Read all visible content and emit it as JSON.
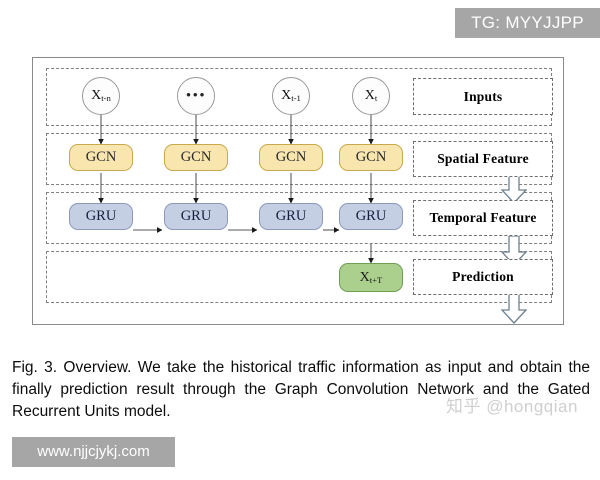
{
  "overlays": {
    "tg_badge": "TG: MYYJJPP",
    "url_banner": "www.njjcjykj.com",
    "zhihu_watermark": "知乎 @hongqian"
  },
  "colors": {
    "gcn_fill": "#f8e6ae",
    "gcn_border": "#c8a94e",
    "gru_fill": "#c5cfe4",
    "gru_border": "#8b99bb",
    "prediction_fill": "#abd08e",
    "prediction_border": "#6f9e56",
    "circle_fill": "#fdfdfd",
    "circle_border": "#9a9a9a",
    "frame_border": "#8a8a8a",
    "dashed_border": "#808080",
    "overlay_gray": "#a6a6a6",
    "arrow_stroke": "#5f7080"
  },
  "diagram": {
    "inputs": {
      "nodes": [
        {
          "label": "X",
          "sub": "t-n",
          "is_dots": false
        },
        {
          "label": "",
          "sub": "",
          "is_dots": true,
          "dots": "•••"
        },
        {
          "label": "X",
          "sub": "t-1",
          "is_dots": false
        },
        {
          "label": "X",
          "sub": "t",
          "is_dots": false
        }
      ]
    },
    "spatial": {
      "units": [
        {
          "label": "GCN"
        },
        {
          "label": "GCN"
        },
        {
          "label": "GCN"
        },
        {
          "label": "GCN"
        }
      ]
    },
    "temporal": {
      "units": [
        {
          "label": "GRU"
        },
        {
          "label": "GRU"
        },
        {
          "label": "GRU"
        },
        {
          "label": "GRU"
        }
      ]
    },
    "prediction": {
      "node": {
        "label": "X",
        "sub": "t+T"
      }
    },
    "legend": [
      {
        "label": "Inputs"
      },
      {
        "label": "Spatial Feature"
      },
      {
        "label": "Temporal Feature"
      },
      {
        "label": "Prediction"
      }
    ]
  },
  "caption": {
    "text": "Fig. 3. Overview. We take the historical traffic information as input and obtain the finally prediction result through the Graph Convolution Network and the Gated Recurrent Units model."
  }
}
